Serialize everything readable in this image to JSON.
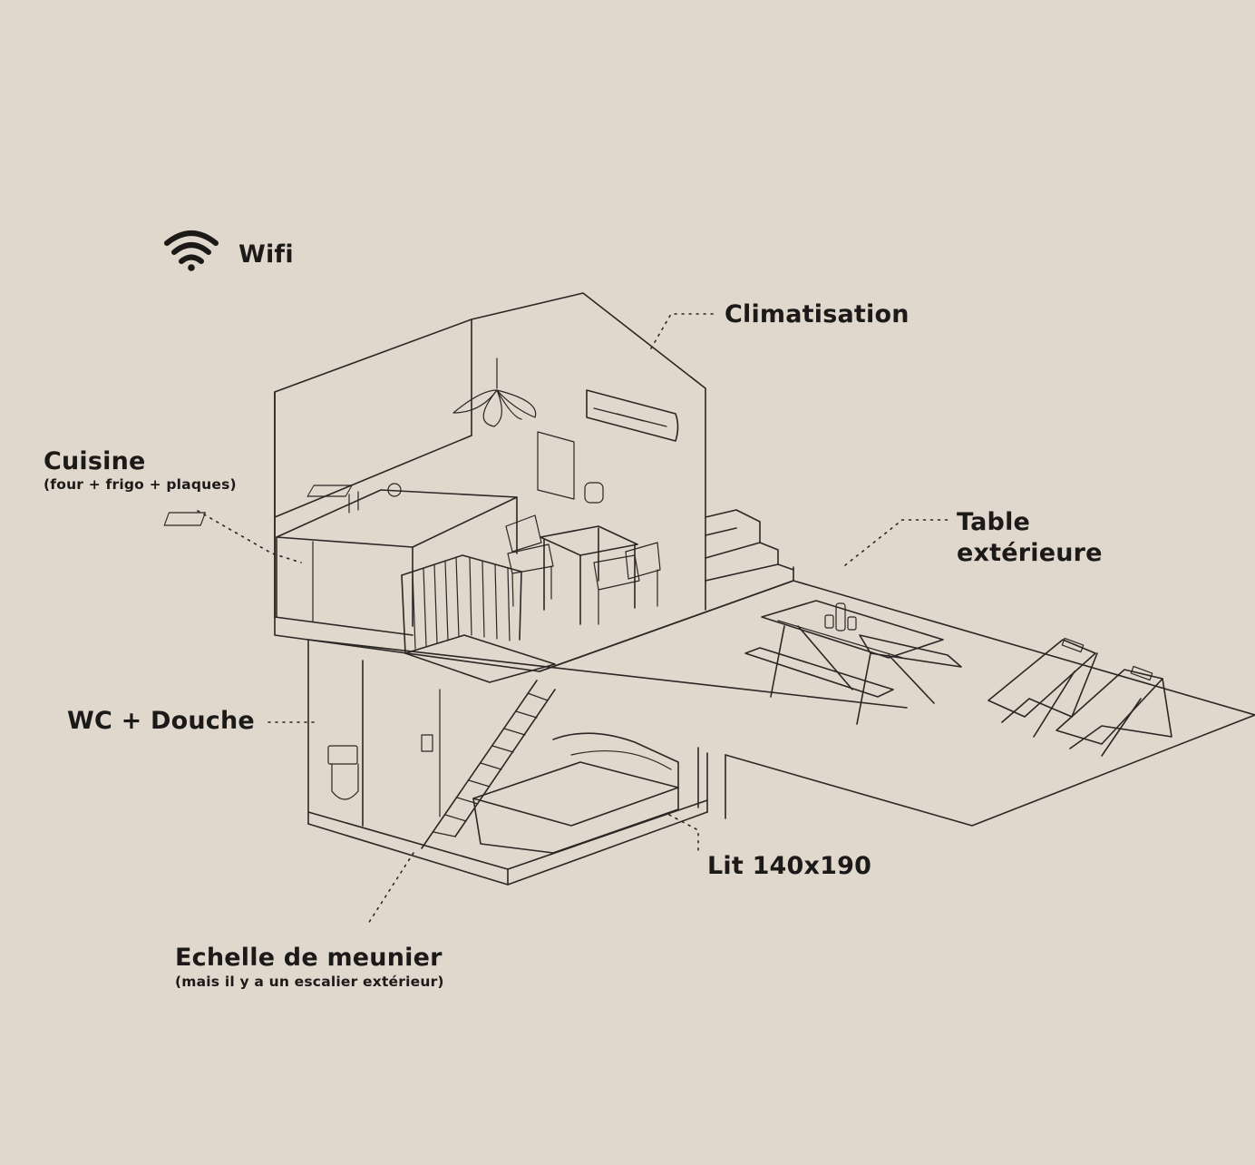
{
  "labels": {
    "wifi": "Wifi",
    "climatisation": "Climatisation",
    "cuisine": "Cuisine",
    "cuisine_sub": "(four + frigo + plaques)",
    "table_line1": "Table",
    "table_line2": "extérieure",
    "wc_douche": "WC + Douche",
    "lit": "Lit 140x190",
    "echelle": "Echelle de meunier",
    "echelle_sub": "(mais il y a un escalier extérieur)"
  },
  "icons": {
    "wifi": "wifi-icon"
  },
  "colors": {
    "background": "#e0d7cd",
    "ink": "#2a2724"
  }
}
